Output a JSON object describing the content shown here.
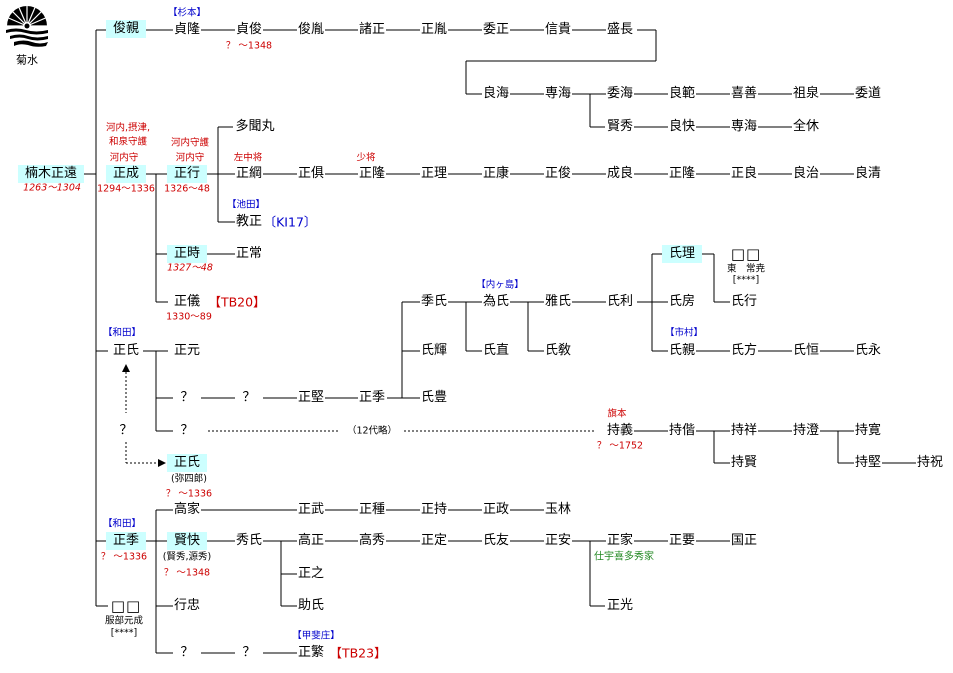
{
  "crest": {
    "label": "菊水"
  },
  "people": {
    "kusunoki_masato": "楠木正遠",
    "shunshin": "俊親",
    "masashige": "正成",
    "masauji_a": "正氏",
    "unknown": "？",
    "masasue": "正季",
    "squares": "□□",
    "sadataka": "貞隆",
    "masatsura": "正行",
    "masatoki": "正時",
    "masanori": "正儀",
    "masamoto": "正元",
    "masauji_b": "正氏",
    "takaie": "高家",
    "kenkai": "賢快",
    "yukitada": "行忠",
    "sadatoshi": "貞俊",
    "tamonmaru": "多聞丸",
    "masatsuna": "正綱",
    "norimasa": "教正",
    "masatsune": "正常",
    "hideuji": "秀氏",
    "shunki": "俊胤",
    "masatomo": "正俱",
    "masakata": "正堅",
    "masatake": "正武",
    "takamasa": "高正",
    "masayuki": "正之",
    "sukeuji": "助氏",
    "masashige_b": "正繁",
    "shosei": "諸正",
    "masataka": "正隆",
    "masasue_b": "正季",
    "masatane": "正種",
    "takahide": "高秀",
    "masatane_b": "正胤",
    "masatada": "正理",
    "sueuji": "季氏",
    "ujiteru": "氏輝",
    "ujitoyo": "氏豊",
    "masamochi": "正持",
    "masasada": "正定",
    "imasa": "委正",
    "ryokai": "良海",
    "masayasu": "正康",
    "tameuji": "為氏",
    "ujinao": "氏直",
    "masamasa": "正政",
    "ujitomo": "氏友",
    "nobutaka": "信貴",
    "senkai": "専海",
    "masatoshi": "正俊",
    "gauji": "雅氏",
    "ujinori": "氏敎",
    "gyokurin": "玉林",
    "masayasu_b": "正安",
    "morinaga": "盛長",
    "iokai": "委海",
    "kenshu": "賢秀",
    "shigeyoshi": "成良",
    "ujitoshi": "氏利",
    "mochiyoshi": "持義",
    "masaie": "正家",
    "masamitsu": "正光",
    "ryohan": "良範",
    "ryokai_b": "良快",
    "masataka_b": "正隆",
    "ujitada": "氏理",
    "ujifusa": "氏房",
    "ujichika": "氏親",
    "mochisuke": "持偕",
    "masakaname": "正要",
    "kizen": "喜善",
    "senkai_b": "専海",
    "masayoshi": "正良",
    "ujiyuki": "氏行",
    "ujikata": "氏方",
    "mochiyoshi_b": "持祥",
    "mochikata": "持賢",
    "kunimasa": "国正",
    "sosen": "祖泉",
    "zenkyu": "全休",
    "ryoji": "良治",
    "ujitsune": "氏恒",
    "mochitoku": "持澄",
    "imichi": "委道",
    "ryosei": "良清",
    "ujinaga": "氏永",
    "mochihiro": "持寛",
    "mochikata_b": "持堅",
    "mochitoki": "持祝"
  },
  "notes": {
    "masato_dates": "1263～1304",
    "masashige_title1": "河内,摂津,",
    "masashige_title2": "和泉守護",
    "masashige_title3": "河内守",
    "masashige_dates": "1294～1336",
    "wada1": "【和田】",
    "wada2": "【和田】",
    "masasue_dates": "？ ～1336",
    "hattori": "服部元成",
    "stars": "[****]",
    "sugimoto": "【杉本】",
    "masatsura_title": "河内守護",
    "masatsura_title2": "河内守",
    "masatsura_dates": "1326～48",
    "masatoki_dates": "1327～48",
    "masanori_dates": "1330～89",
    "yashiro": "(弥四郎)",
    "masauji2_dates": "？ ～1336",
    "kenkai_alias": "(賢秀,源秀)",
    "kenkai_dates": "？ ～1348",
    "sadatoshi_dates": "？ ～1348",
    "masatsuna_title": "左中将",
    "ikeda": "【池田】",
    "kainosho": "【甲斐庄】",
    "masataka_title": "少将",
    "generations12": "（12代略）",
    "uchigashima": "【内ヶ島】",
    "mochiyoshi_title": "旗本",
    "mochiyoshi_dates": "？ ～1752",
    "shiu": "仕宇喜多秀家",
    "ichimura": "【市村】",
    "tsunetaka": "東　常尭"
  },
  "refs": {
    "tb20": "【TB20】",
    "ki17": "〔KI17〕",
    "tb23": "【TB23】"
  },
  "colors": {
    "highlight": "#ccffff",
    "note_red": "#cc0000",
    "family_blue": "#0000cc",
    "note_green": "#228822"
  }
}
